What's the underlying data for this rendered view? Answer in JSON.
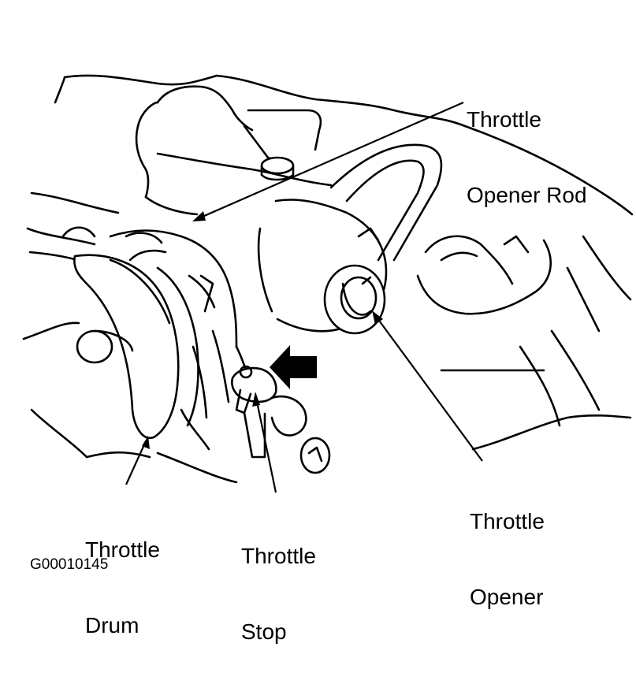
{
  "labels": {
    "throttle_opener_rod": [
      "Throttle",
      "Opener Rod"
    ],
    "throttle_opener": [
      "Throttle",
      "Opener"
    ],
    "throttle_drum": [
      "Throttle",
      "Drum"
    ],
    "throttle_stop": [
      "Throttle",
      "Stop"
    ]
  },
  "figure_code": "G00010145",
  "colors": {
    "ink": "#000000",
    "paper": "#ffffff"
  }
}
